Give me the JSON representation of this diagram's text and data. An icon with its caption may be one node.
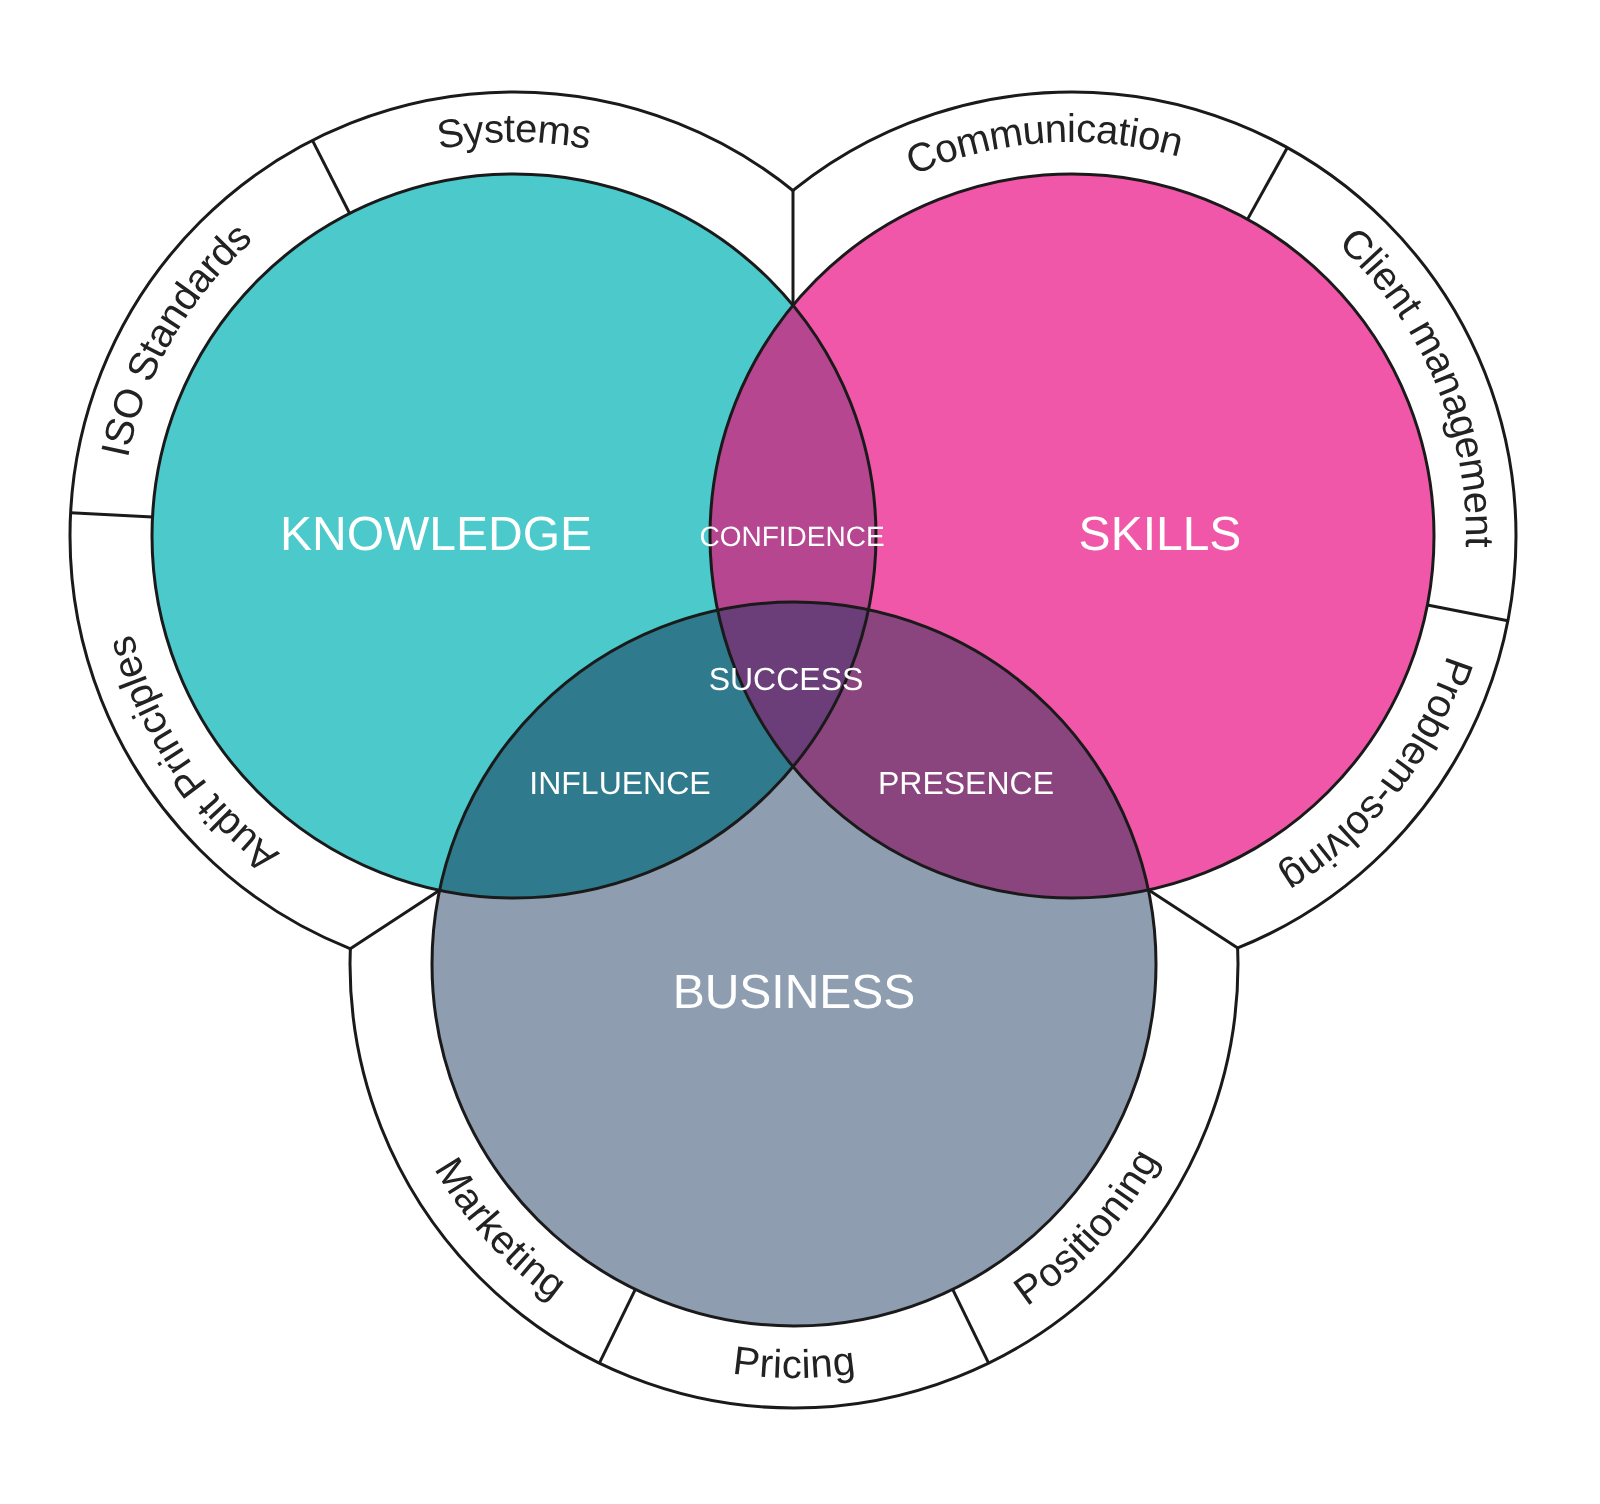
{
  "diagram": {
    "nodes": [
      {
        "text": [
          "KNOWLEDGE"
        ]
      },
      {
        "text": [
          "SKILLS"
        ]
      },
      {
        "text": [
          "BUSINESS"
        ]
      },
      {
        "text": [
          "CONFIDENCE"
        ]
      },
      {
        "text": [
          "SUCCESS"
        ]
      },
      {
        "text": [
          "INFLUENCE"
        ]
      },
      {
        "text": [
          "PRESENCE"
        ]
      },
      {
        "text": [
          "Systems"
        ]
      },
      {
        "text": [
          "ISO Standards"
        ]
      },
      {
        "text": [
          "Audit Principles"
        ]
      },
      {
        "text": [
          "Communication"
        ]
      },
      {
        "text": [
          "Client management"
        ]
      },
      {
        "text": [
          "Problem-solving"
        ]
      },
      {
        "text": [
          "Marketing"
        ]
      },
      {
        "text": [
          "Pricing"
        ]
      },
      {
        "text": [
          "Positioning"
        ]
      }
    ]
  }
}
